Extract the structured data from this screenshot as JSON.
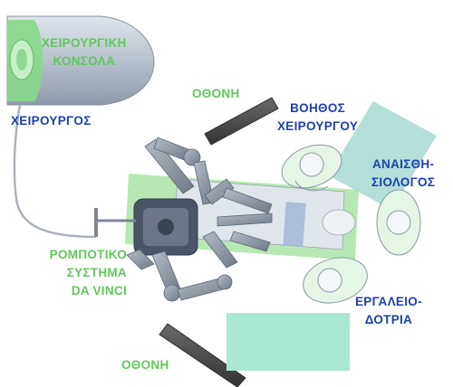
{
  "labels": {
    "console": [
      "ΧΕΙΡΟΥΡΓΙΚΗ",
      "ΚΟΝΣΟΛΑ"
    ],
    "surgeon": "ΧΕΙΡΟΥΡΓΟΣ",
    "monitor_top": "ΟΘΟΝΗ",
    "assistant": [
      "ΒΟΗΘΟΣ",
      "ΧΕΙΡΟΥΡΓΟΥ"
    ],
    "anesthesiologist": [
      "ΑΝΑΙΣΘΗ-",
      "ΣΙΟΛΟΓΟΣ"
    ],
    "robot_system": [
      "ΡΟΜΠΟΤΙΚΟ",
      "ΣΥΣΤΗΜΑ",
      "DA VINCI"
    ],
    "scrub_nurse": [
      "ΕΡΓΑΛΕΙΟ-",
      "ΔΟΤΡΙΑ"
    ],
    "monitor_bottom": "ΟΘΟΝΗ"
  },
  "colors": {
    "green_label": "#5fc85a",
    "blue_label": "#1c3fb0",
    "console_gray": "#b9c3cf",
    "console_green": "#86d98a",
    "robot_arm": "#8e98a5",
    "robot_base": "#4a5568",
    "monitor": "#4d4d4d",
    "anesth_area": "#a7d9d2",
    "nurse_table": "#a9e8d3",
    "table_green": "#9fe09a"
  }
}
